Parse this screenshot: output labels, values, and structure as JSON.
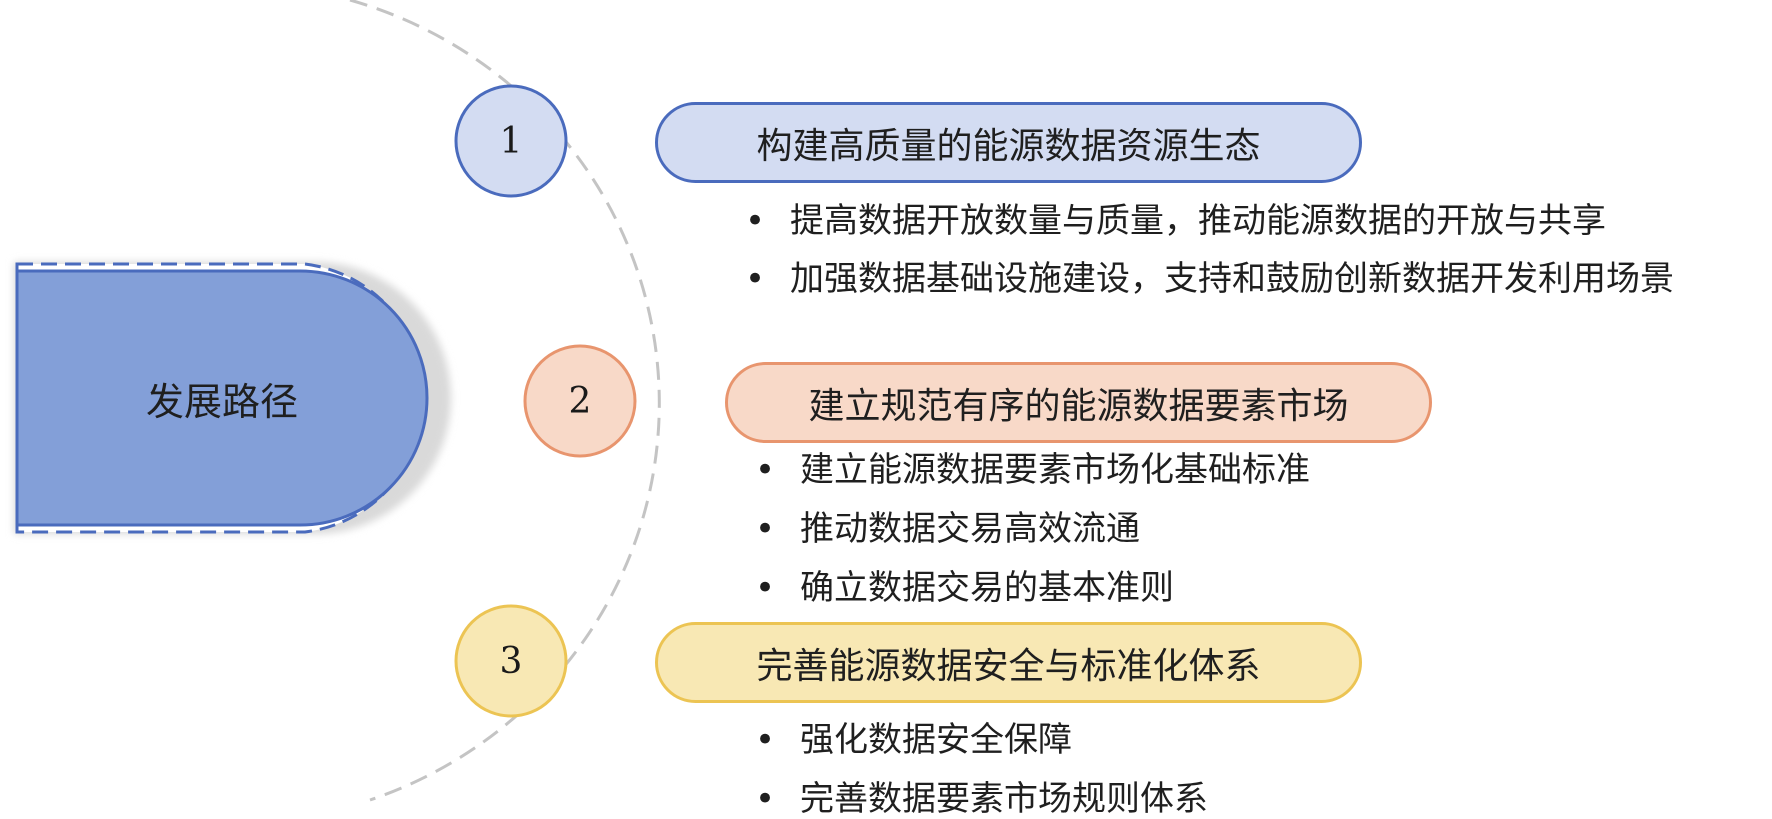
{
  "hub": {
    "label": "发展路径",
    "color": "#839fd8",
    "border": "#4a6bbd"
  },
  "steps": [
    {
      "number": "1",
      "title": "构建高质量的能源数据资源生态",
      "fill": "#d3dcf2",
      "border": "#4a6bbd",
      "bullets": [
        "提高数据开放数量与质量，推动能源数据的开放与共享",
        "加强数据基础设施建设，支持和鼓励创新数据开发利用场景"
      ]
    },
    {
      "number": "2",
      "title": "建立规范有序的能源数据要素市场",
      "fill": "#f8d9c8",
      "border": "#e8956e",
      "bullets": [
        "建立能源数据要素市场化基础标准",
        "推动数据交易高效流通",
        "确立数据交易的基本准则"
      ]
    },
    {
      "number": "3",
      "title": "完善能源数据安全与标准化体系",
      "fill": "#f8e8b4",
      "border": "#ecc453",
      "bullets": [
        "强化数据安全保障",
        "完善数据要素市场规则体系"
      ]
    }
  ],
  "bullet_symbol": "•"
}
